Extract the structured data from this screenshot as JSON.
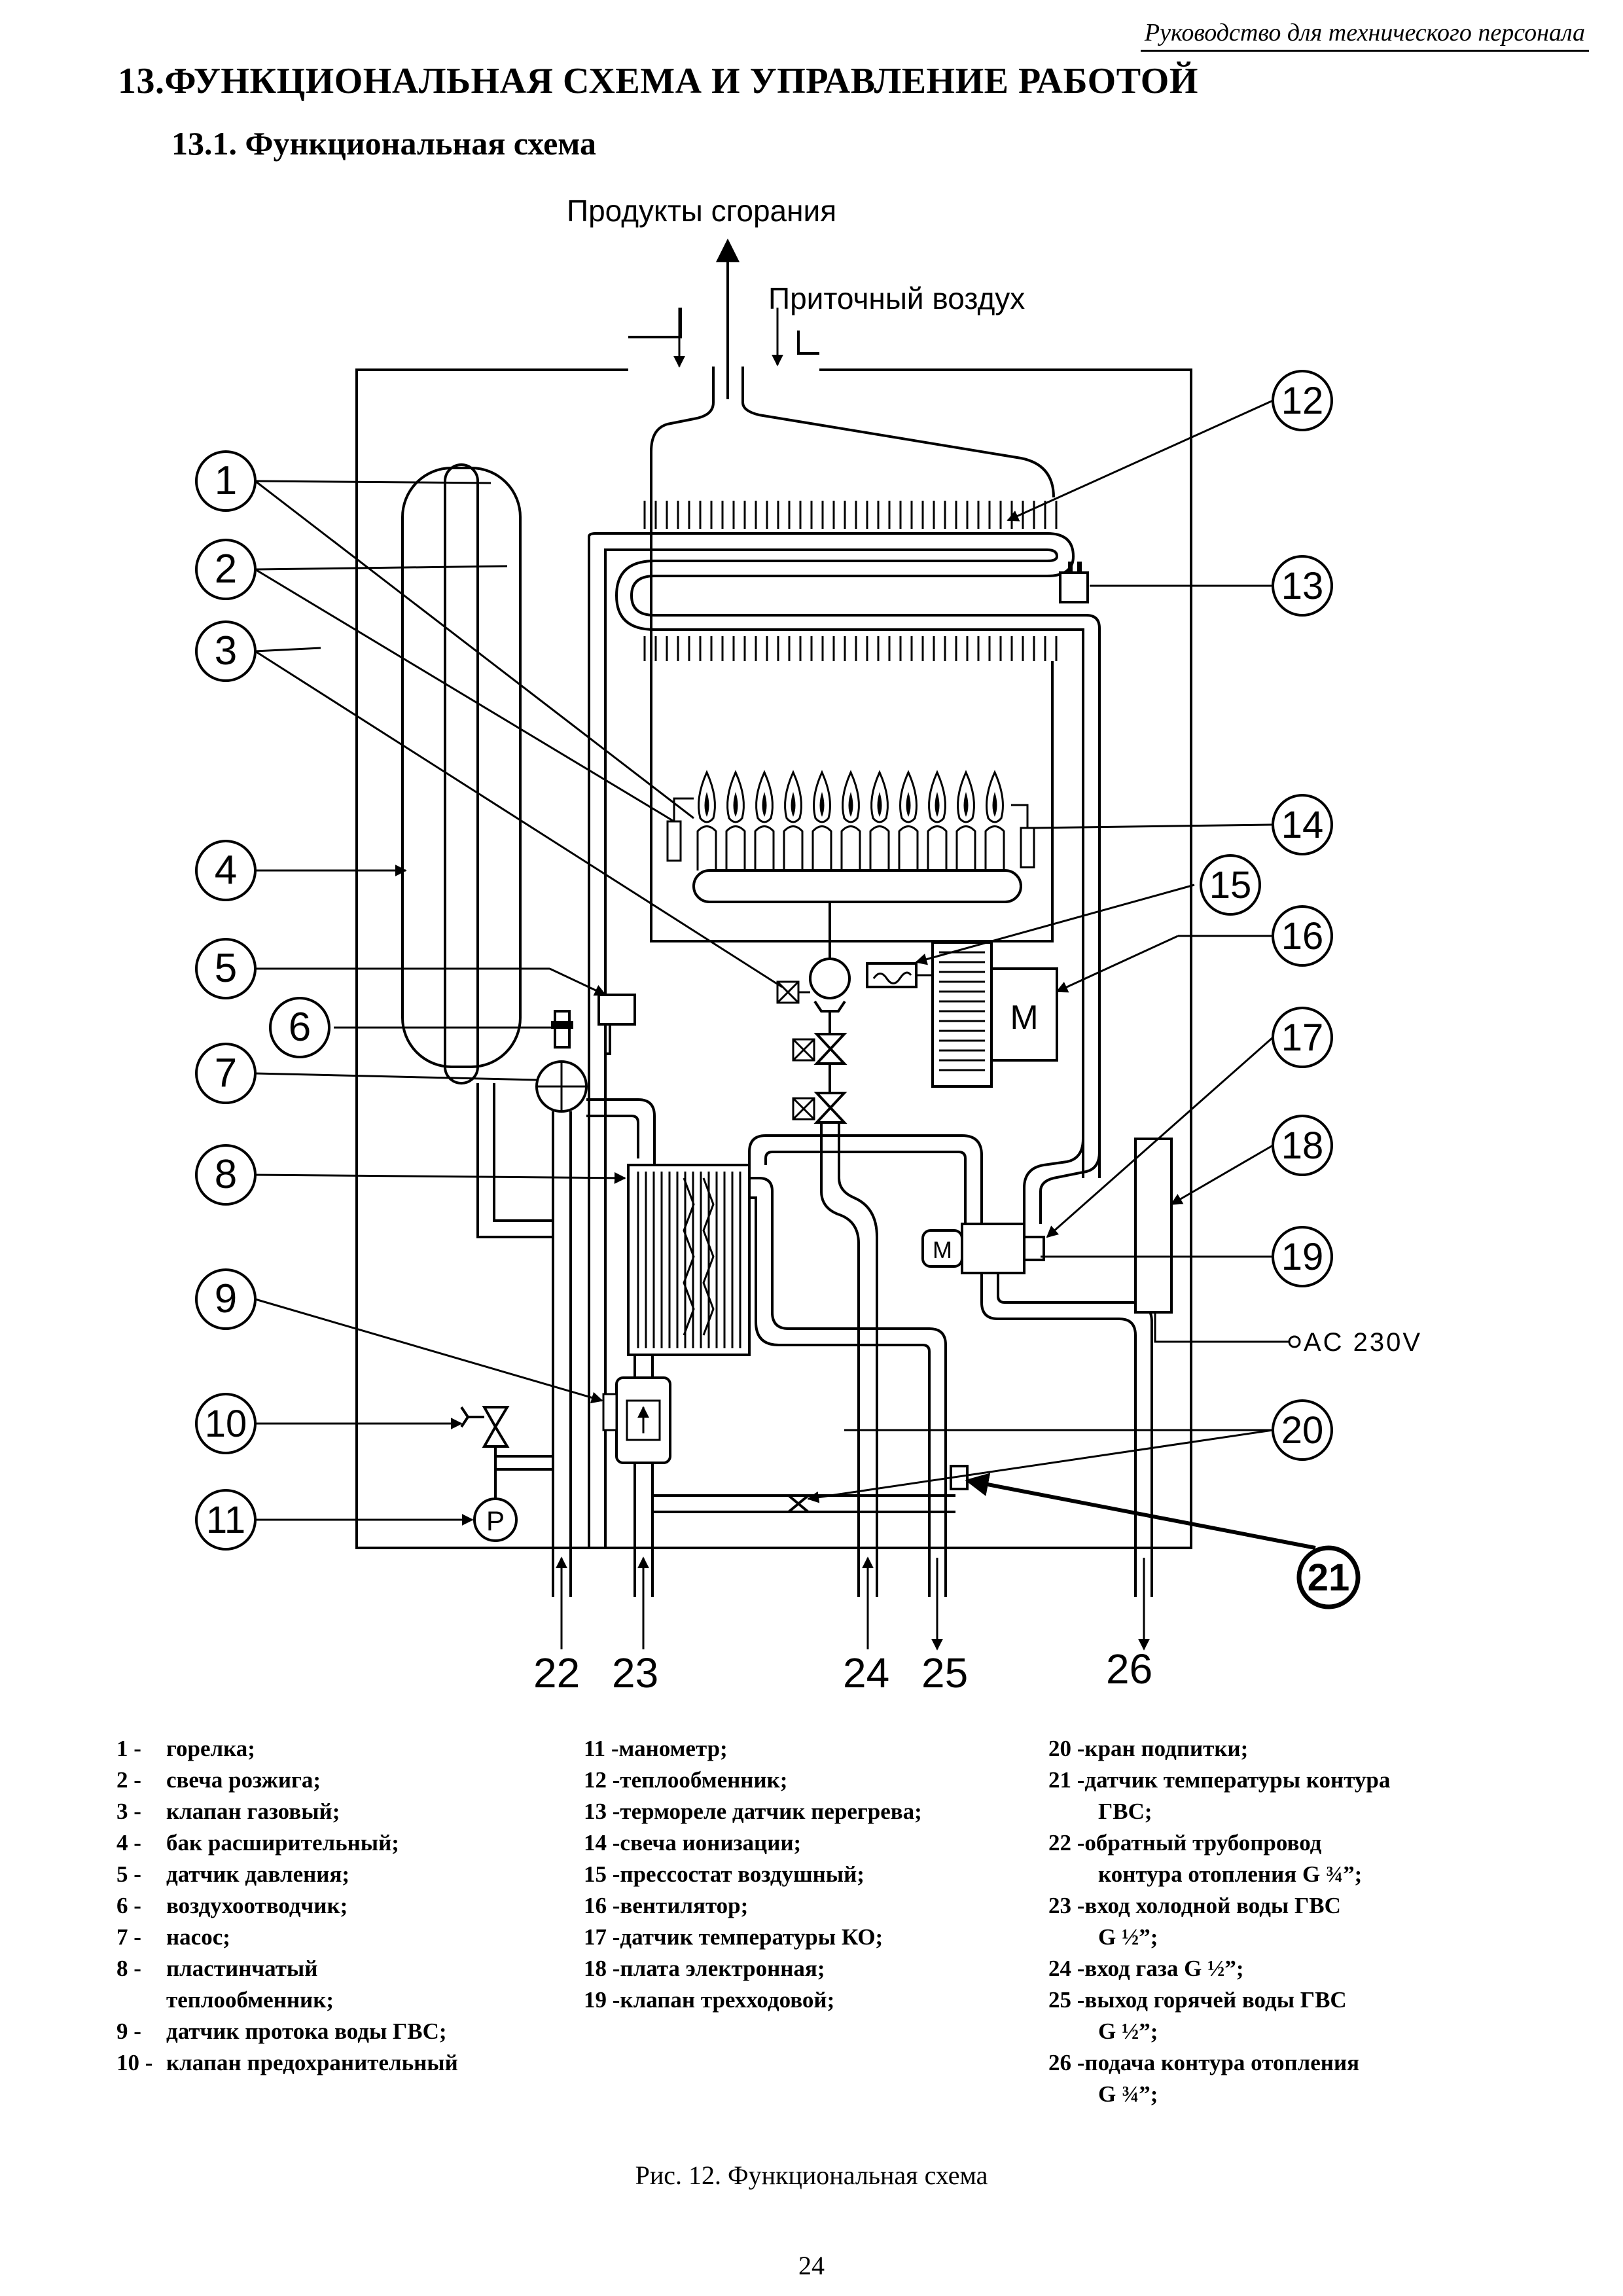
{
  "header": {
    "running_title": "Руководство для технического персонала",
    "section_title": "13.ФУНКЦИОНАЛЬНАЯ СХЕМА И УПРАВЛЕНИЕ РАБОТОЙ",
    "subsection_title": "13.1. Функциональная схема"
  },
  "diagram": {
    "labels": {
      "flue": "Продукты сгорания",
      "air": "Приточный воздух",
      "power": "AC 230V"
    },
    "callouts": [
      "1",
      "2",
      "3",
      "4",
      "5",
      "6",
      "7",
      "8",
      "9",
      "10",
      "11",
      "12",
      "13",
      "14",
      "15",
      "16",
      "17",
      "18",
      "19",
      "20",
      "21"
    ],
    "connections": [
      "22",
      "23",
      "24",
      "25",
      "26"
    ],
    "symbols": {
      "motor": "M",
      "gauge": "P"
    }
  },
  "legend": {
    "col1": [
      {
        "num": "1 -",
        "text": "горелка;"
      },
      {
        "num": "2 -",
        "text": "свеча розжига;"
      },
      {
        "num": "3 -",
        "text": "клапан газовый;"
      },
      {
        "num": "4 -",
        "text": "бак расширительный;"
      },
      {
        "num": "5 -",
        "text": "датчик давления;"
      },
      {
        "num": "6 -",
        "text": "воздухоотводчик;"
      },
      {
        "num": "7 -",
        "text": "насос;"
      },
      {
        "num": "8 -",
        "text": "пластинчатый",
        "cont": "теплообменник;"
      },
      {
        "num": "9 -",
        "text": "датчик протока воды ГВС;"
      },
      {
        "num": "10 -",
        "text": "клапан предохранительный"
      }
    ],
    "col2": [
      {
        "num": "11 -",
        "text": "манометр;"
      },
      {
        "num": "12 -",
        "text": "теплообменник;"
      },
      {
        "num": "13 -",
        "text": "термореле датчик перегрева;"
      },
      {
        "num": "14 -",
        "text": "свеча ионизации;"
      },
      {
        "num": "15 -",
        "text": "прессостат воздушный;"
      },
      {
        "num": "16 -",
        "text": "вентилятор;"
      },
      {
        "num": "17 -",
        "text": "датчик температуры КО;"
      },
      {
        "num": "18 -",
        "text": "плата электронная;"
      },
      {
        "num": "19 -",
        "text": "клапан трехходовой;"
      }
    ],
    "col3": [
      {
        "num": "20 -",
        "text": "кран подпитки;"
      },
      {
        "num": "21 -",
        "text": "датчик температуры контура",
        "cont": "ГВС;"
      },
      {
        "num": "22 -",
        "text": "обратный трубопровод",
        "cont": "контура отопления G ¾”;"
      },
      {
        "num": "23 -",
        "text": "вход холодной воды ГВС",
        "cont": "G ½”;"
      },
      {
        "num": "24 -",
        "text": "вход газа G ½”;"
      },
      {
        "num": "25 -",
        "text": "выход горячей воды ГВС",
        "cont": "G ½”;"
      },
      {
        "num": "26 -",
        "text": "подача контура отопления",
        "cont": "G ¾”;"
      }
    ]
  },
  "caption": "Рис. 12. Функциональная схема",
  "page_number": "24"
}
